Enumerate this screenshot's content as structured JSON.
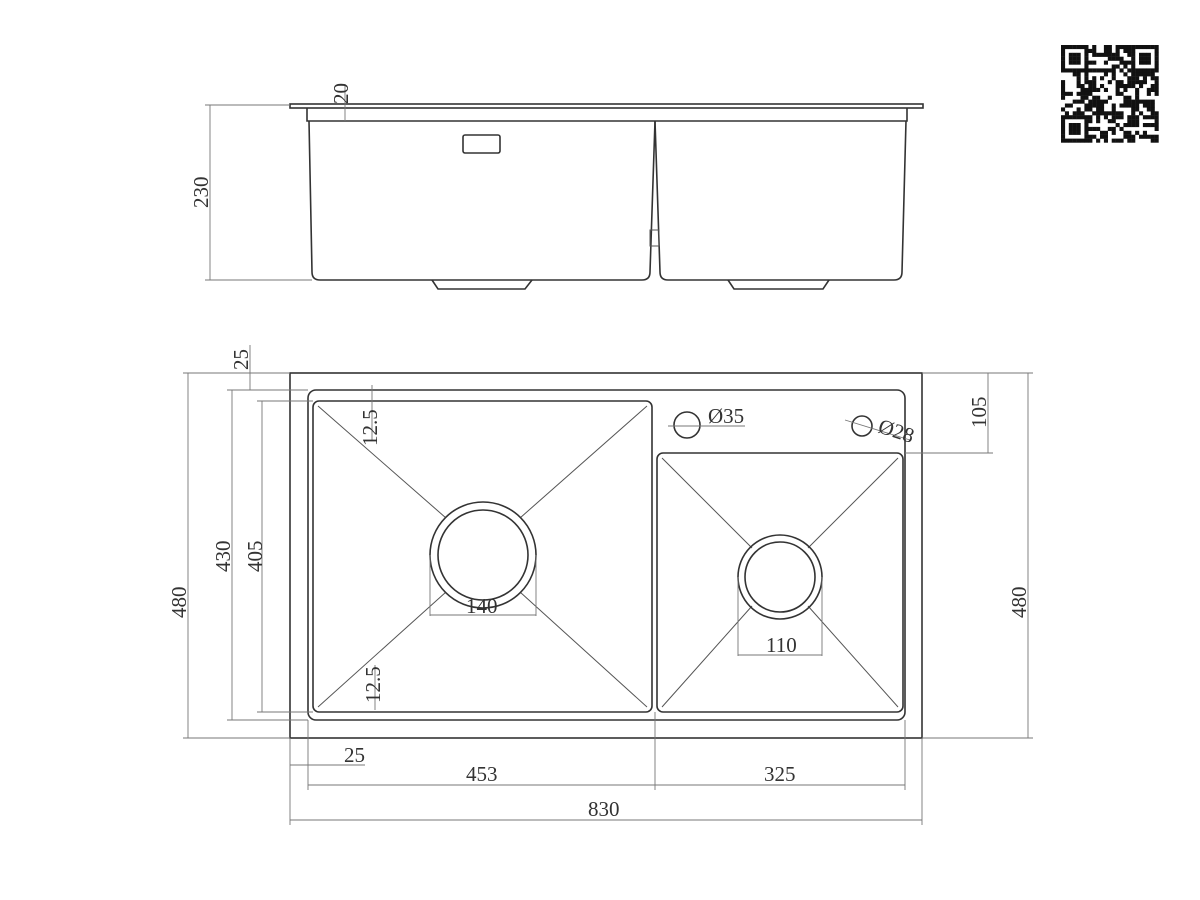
{
  "top_view": {
    "height": "230",
    "flange": "20"
  },
  "plan_view": {
    "overall_height_left": "480",
    "overall_height_right": "480",
    "inner_height": "430",
    "bowl_height": "405",
    "top_margin": "25",
    "corner_radius_top": "12.5",
    "corner_radius_bottom": "12.5",
    "tap_hole": "Ø35",
    "soap_hole": "Ø28",
    "deck_depth": "105",
    "left_drain": "140",
    "right_drain": "110",
    "left_margin": "25",
    "left_bowl_width": "453",
    "right_bowl_width": "325",
    "overall_width": "830"
  },
  "colors": {
    "line": "#333333",
    "dimension": "#777777"
  }
}
